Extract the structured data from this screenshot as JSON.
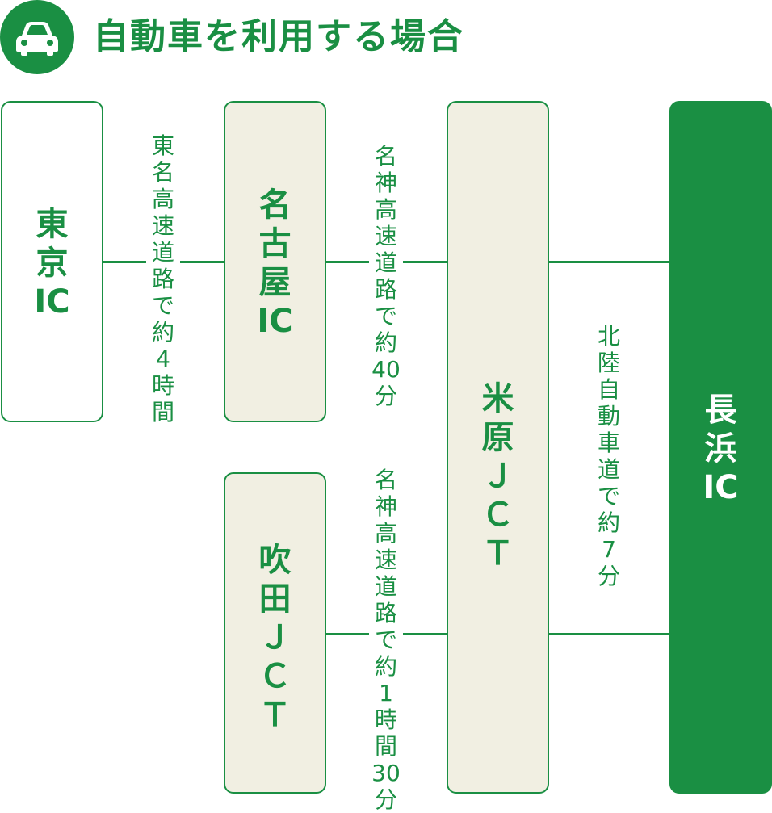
{
  "header": {
    "icon": "car-icon",
    "title": "自動車を利用する場合"
  },
  "colors": {
    "accent": "#1a8f43",
    "beige": "#f1efe2",
    "white": "#ffffff"
  },
  "nodes": {
    "tokyo_ic": [
      "東",
      "京",
      "IC"
    ],
    "nagoya_ic": [
      "名",
      "古",
      "屋",
      "IC"
    ],
    "suita_jct": [
      "吹",
      "田",
      "Ｊ",
      "Ｃ",
      "Ｔ"
    ],
    "maibara_jct": [
      "米",
      "原",
      "Ｊ",
      "Ｃ",
      "Ｔ"
    ],
    "nagahama_ic": [
      "長",
      "浜",
      "IC"
    ]
  },
  "routes": {
    "tomei": [
      "東",
      "名",
      "高",
      "速",
      "道",
      "路",
      "で",
      "約",
      "4",
      "時",
      "間"
    ],
    "meishin_nagoya": [
      "名",
      "神",
      "高",
      "速",
      "道",
      "路",
      "で",
      "約",
      "40",
      "分"
    ],
    "meishin_suita": [
      "名",
      "神",
      "高",
      "速",
      "道",
      "路",
      "で",
      "約",
      "1",
      "時",
      "間",
      "30",
      "分"
    ],
    "hokuriku": [
      "北",
      "陸",
      "自",
      "動",
      "車",
      "道",
      "で",
      "約",
      "7",
      "分"
    ]
  }
}
